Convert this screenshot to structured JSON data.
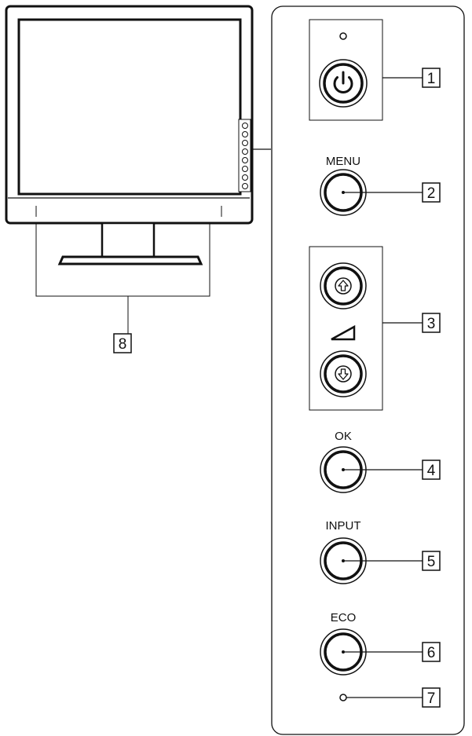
{
  "labels": {
    "menu": "MENU",
    "ok": "OK",
    "input": "INPUT",
    "eco": "ECO"
  },
  "callouts": {
    "power": "1",
    "menu": "2",
    "arrows": "3",
    "ok": "4",
    "input": "5",
    "eco": "6",
    "indicator": "7",
    "stand": "8"
  },
  "icons": {
    "power": "power-icon",
    "up": "arrow-up-icon",
    "down": "arrow-down-icon",
    "volume": "volume-ramp-icon"
  }
}
